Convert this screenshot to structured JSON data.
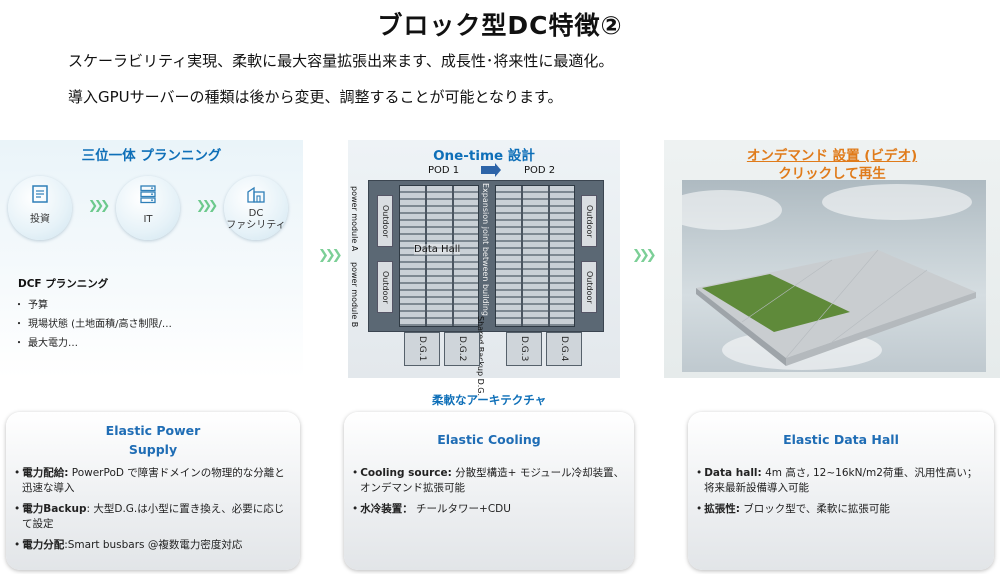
{
  "title": "ブロック型DC特徴②",
  "subtitle_1": "スケーラビリティ実現、柔軟に最大容量拡張出来ます、成長性･将来性に最適化。",
  "subtitle_2": "導入GPUサーバーの種類は後から変更、調整することが可能となります。",
  "planning": {
    "heading": "三位一体 プランニング",
    "steps": [
      {
        "icon": "document-icon",
        "label": "投資"
      },
      {
        "icon": "server-icon",
        "label": "IT"
      },
      {
        "icon": "building-icon",
        "label_1": "DC",
        "label_2": "ファシリティ"
      }
    ],
    "dcf_heading": "DCF プランニング",
    "dcf_items": [
      "予算",
      "現場状態 (土地面積/高さ制限/…",
      "最大電力…"
    ]
  },
  "design": {
    "heading": "One-time 設計",
    "pod_1": "POD 1",
    "pod_2": "POD 2",
    "data_hall": "Data Hall",
    "outdoor": "Outdoor",
    "power_module_a": "power module A",
    "power_module_b": "power module B",
    "expansion_joint": "Expansion joint between building",
    "shared_backup": "Shared Backup D.G.",
    "dg": [
      "D.G.1",
      "D.G.2",
      "D.G.3",
      "D.G.4"
    ]
  },
  "ondemand": {
    "heading": "オンデマンド 設置 (ビデオ)",
    "subheading": "クリックして再生"
  },
  "architecture_label": "柔軟なアーキテクチャ",
  "cards": {
    "power": {
      "heading_1": "Elastic Power",
      "heading_2": "Supply",
      "items": [
        {
          "key": "電力配給:",
          "text": " PowerPoD で障害ドメインの物理的な分離と迅速な導入"
        },
        {
          "key": "電力Backup",
          "text": ": 大型D.G.は小型に置き換え、必要に応じて設定"
        },
        {
          "key": "電力分配",
          "text": ":Smart busbars @複数電力密度対応"
        }
      ]
    },
    "cooling": {
      "heading": "Elastic Cooling",
      "items": [
        {
          "key": "Cooling source:",
          "text": " 分散型構造+ モジュール冷却装置、オンデマンド拡張可能"
        },
        {
          "key": "水冷装置：",
          "text": " チールタワー+CDU"
        }
      ]
    },
    "datahall": {
      "heading": "Elastic Data Hall",
      "items": [
        {
          "key": "Data hall:",
          "text": " 4m 高さ, 12~16kN/m2荷重、汎用性高い；将来最新設備導入可能"
        },
        {
          "key": "拡張性:",
          "text": " ブロック型で、柔軟に拡張可能"
        }
      ]
    }
  },
  "colors": {
    "accent_blue": "#0e6fb8",
    "accent_orange": "#e07b1a",
    "chevron_green": "#6cc98c"
  }
}
